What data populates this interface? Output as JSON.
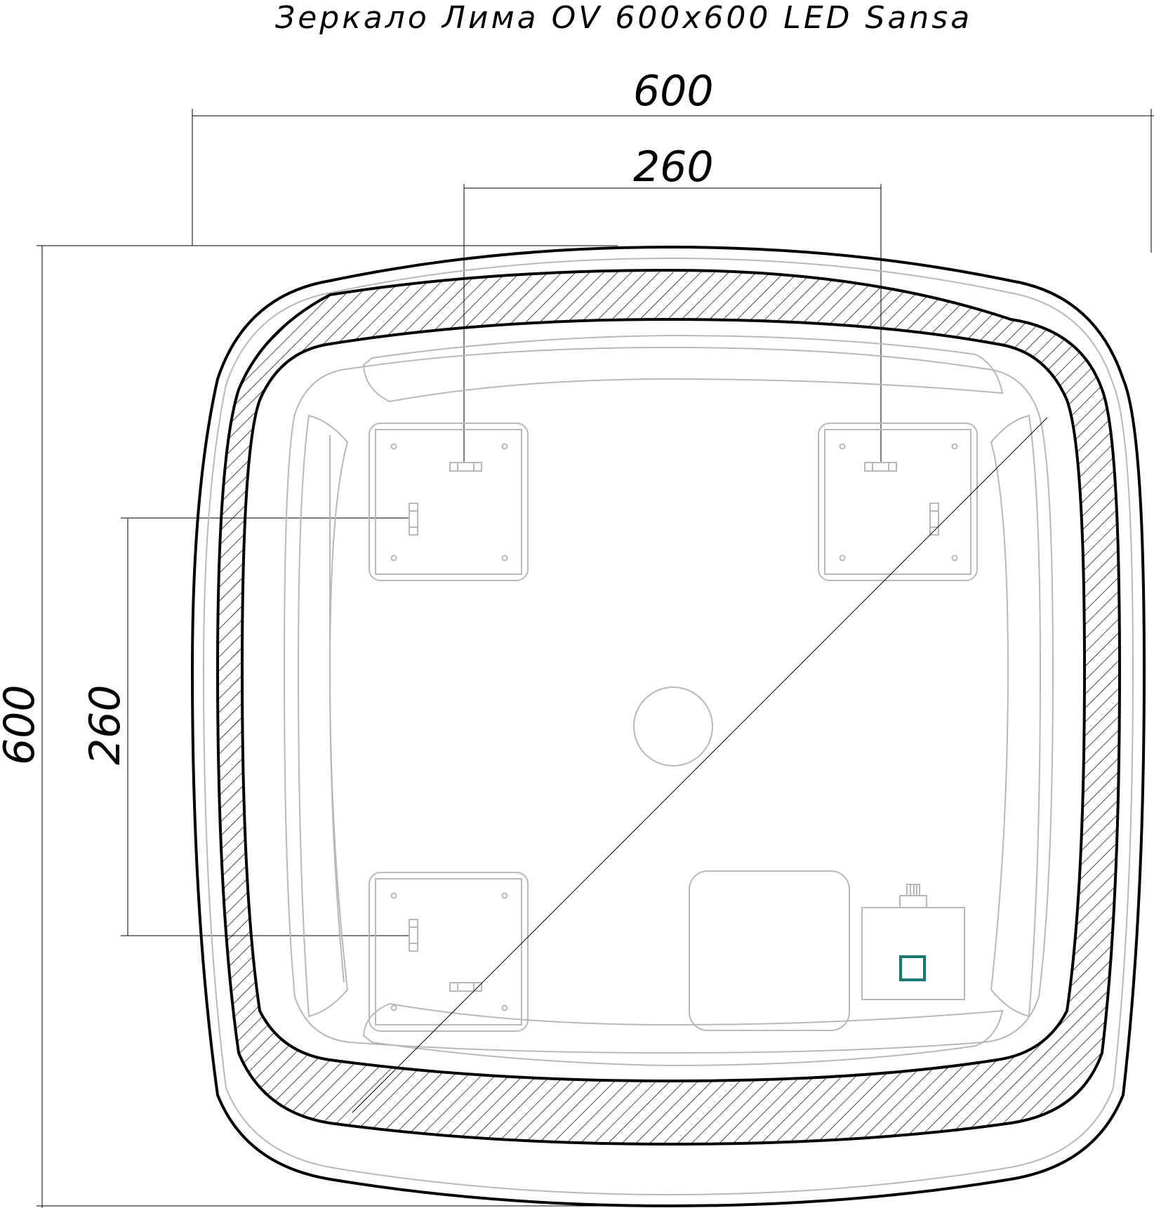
{
  "title": "Зеркало Лима OV 600x600 LED Sansa",
  "dimensions": {
    "overall_width": "600",
    "mount_spacing_horizontal": "260",
    "overall_height": "600",
    "mount_spacing_vertical": "260"
  },
  "colors": {
    "line": "#000000",
    "hidden_detail": "#b8b8b8",
    "sensor": "#1a7a74"
  },
  "icons": {
    "sensor": "touch-sensor-square-icon"
  }
}
